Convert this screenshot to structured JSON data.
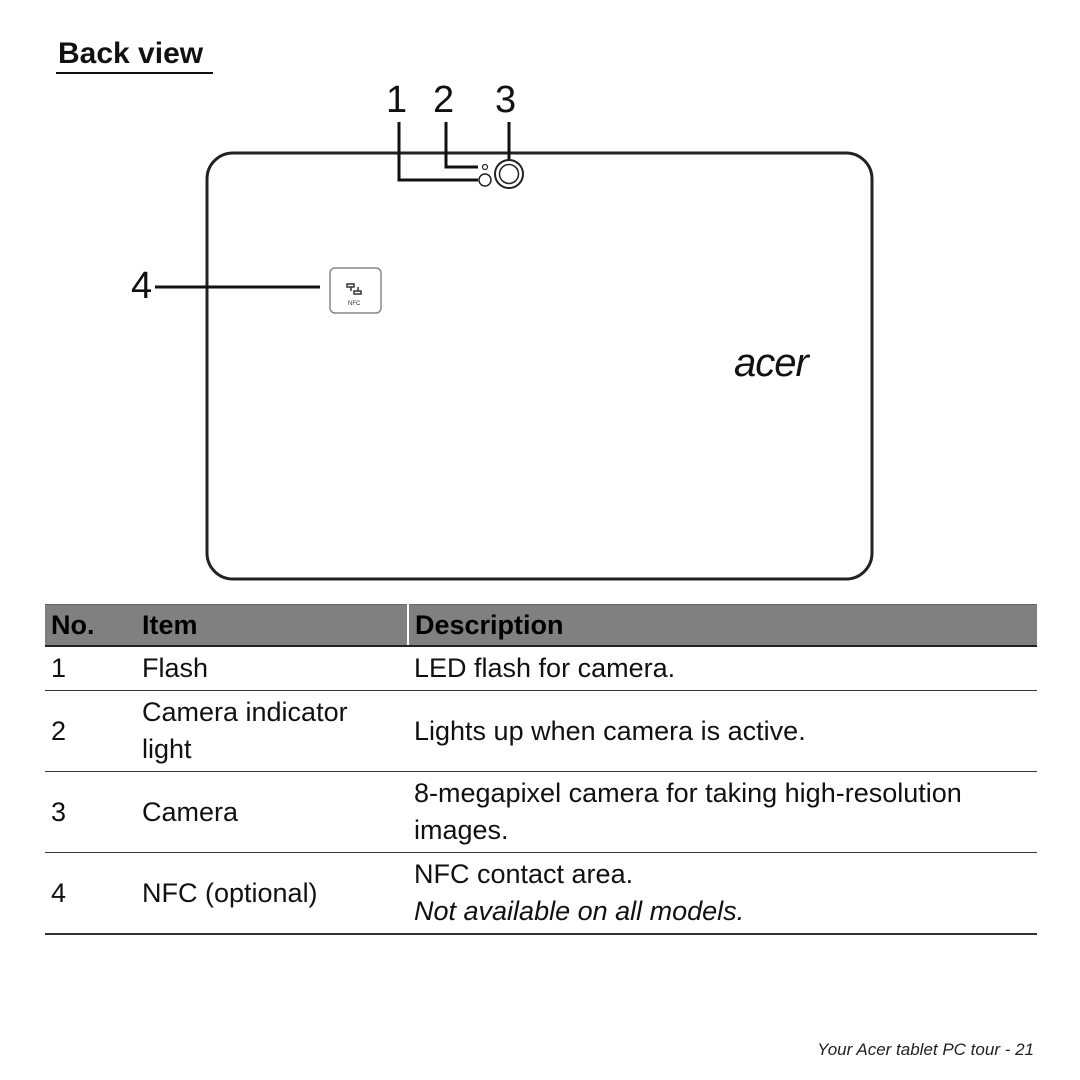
{
  "page": {
    "section_title": "Back view",
    "footer": "Your Acer tablet PC tour -  21"
  },
  "diagram": {
    "callouts": [
      "1",
      "2",
      "3",
      "4"
    ],
    "logo_text": "acer",
    "nfc_label": "NFC"
  },
  "table": {
    "headers": {
      "no": "No.",
      "item": "Item",
      "description": "Description"
    },
    "rows": [
      {
        "no": "1",
        "item": "Flash",
        "description": "LED flash for camera.",
        "note": ""
      },
      {
        "no": "2",
        "item": "Camera indicator light",
        "description": "Lights up when camera is active.",
        "note": ""
      },
      {
        "no": "3",
        "item": "Camera",
        "description": "8-megapixel camera for taking high-resolution images.",
        "note": ""
      },
      {
        "no": "4",
        "item": "NFC (optional)",
        "description": "NFC contact area.",
        "note": "Not available on all models."
      }
    ]
  }
}
